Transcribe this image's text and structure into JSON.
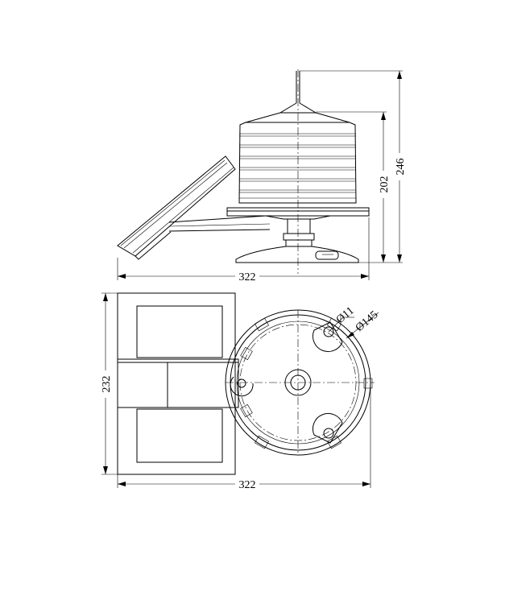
{
  "drawing": {
    "side_view": {
      "dim_width": "322",
      "dim_height_total": "246",
      "dim_height_lamp": "202"
    },
    "top_view": {
      "dim_width": "322",
      "dim_height": "232",
      "dim_hole": "Ø11",
      "dim_base": "Ø145"
    }
  }
}
